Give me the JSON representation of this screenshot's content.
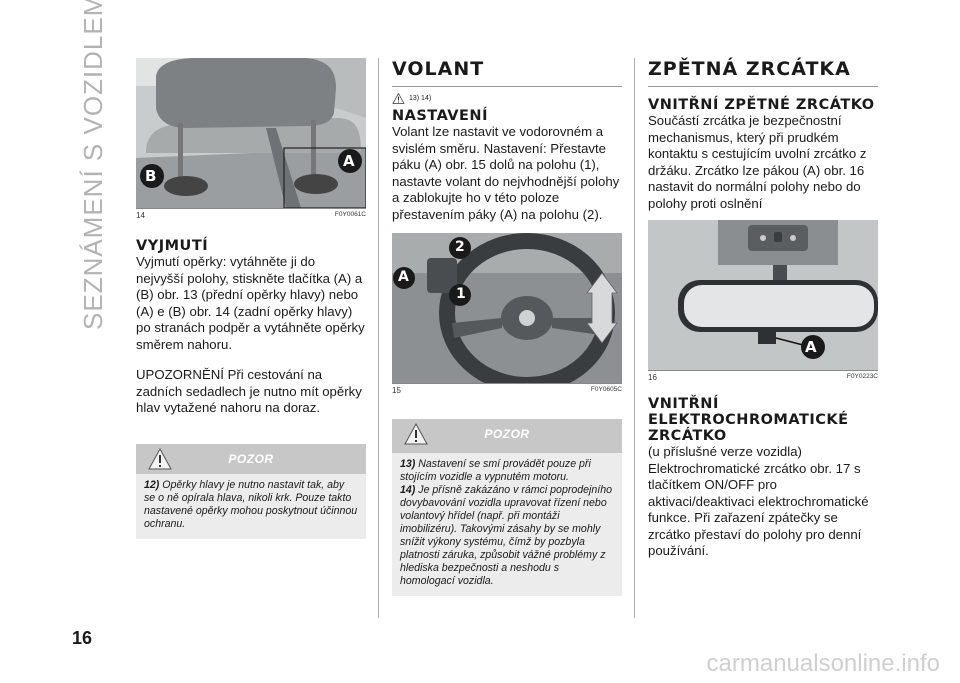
{
  "side_title": "SEZNÁMENÍ S VOZIDLEM",
  "page_number": "16",
  "watermark": "carmanualsonline.info",
  "col1": {
    "figure": {
      "number": "14",
      "code": "F0Y0061C",
      "labels": {
        "a": "A",
        "b": "B"
      }
    },
    "heading": "VYJMUTÍ",
    "paragraph1": "Vyjmutí opěrky: vytáhněte ji do nejvyšší polohy, stiskněte tlačítka (A) a (B) obr. 13 (přední opěrky hlavy) nebo (A) e (B) obr. 14 (zadní opěrky hlavy) po stranách podpěr a vytáhněte opěrky směrem nahoru.",
    "paragraph2": "UPOZORNĚNÍ Při cestování na zadních sedadlech je nutno mít opěrky hlav vytažené nahoru na doraz.",
    "warning": {
      "label": "POZOR",
      "items": [
        {
          "num": "12)",
          "text": "Opěrky hlavy je nutno nastavit tak, aby se o ně opírala hlava, nikoli krk. Pouze takto nastavené opěrky mohou poskytnout účinnou ochranu."
        }
      ]
    }
  },
  "col2": {
    "title": "VOLANT",
    "notes_ref": "13)  14)",
    "heading": "NASTAVENÍ",
    "paragraph": "Volant lze nastavit ve vodorovném a svislém směru. Nastavení: Přestavte páku (A) obr. 15 dolů na polohu (1), nastavte volant do nejvhodnější polohy a zablokujte ho v této poloze přestavením páky (A) na polohu (2).",
    "figure": {
      "number": "15",
      "code": "F0Y0605C",
      "labels": {
        "a": "A",
        "one": "1",
        "two": "2"
      }
    },
    "warning": {
      "label": "POZOR",
      "items": [
        {
          "num": "13)",
          "text": "Nastavení se smí provádět pouze při stojícím vozidle a vypnutém motoru."
        },
        {
          "num": "14)",
          "text": "Je přísně zakázáno v rámci poprodejního dovybavování vozidla upravovat řízení nebo volantový hřídel (např. při montáži imobilizéru). Takovými zásahy by se mohly snížit výkony systému, čímž by pozbyla platnosti záruka, způsobit vážné problémy z hlediska bezpečnosti a neshodu s homologací vozidla."
        }
      ]
    }
  },
  "col3": {
    "title": "ZPĚTNÁ ZRCÁTKA",
    "heading1": "VNITŘNÍ ZPĚTNÉ ZRCÁTKO",
    "paragraph1": "Součástí zrcátka je bezpečnostní mechanismus, který při prudkém kontaktu s cestujícím uvolní zrcátko z držáku. Zrcátko lze pákou (A) obr. 16 nastavit do normální polohy nebo do polohy proti oslnění",
    "figure": {
      "number": "16",
      "code": "F0Y0223C",
      "labels": {
        "a": "A"
      }
    },
    "heading2": "VNITŘNÍ ELEKTROCHROMATICKÉ ZRCÁTKO",
    "paragraph2": "(u příslušné verze vozidla)",
    "paragraph3": "Elektrochromatické zrcátko obr. 17 s tlačítkem ON/OFF pro aktivaci/deaktivaci elektrochromatické funkce. Při zařazení zpátečky se zrcátko přestaví do polohy pro denní používání."
  }
}
